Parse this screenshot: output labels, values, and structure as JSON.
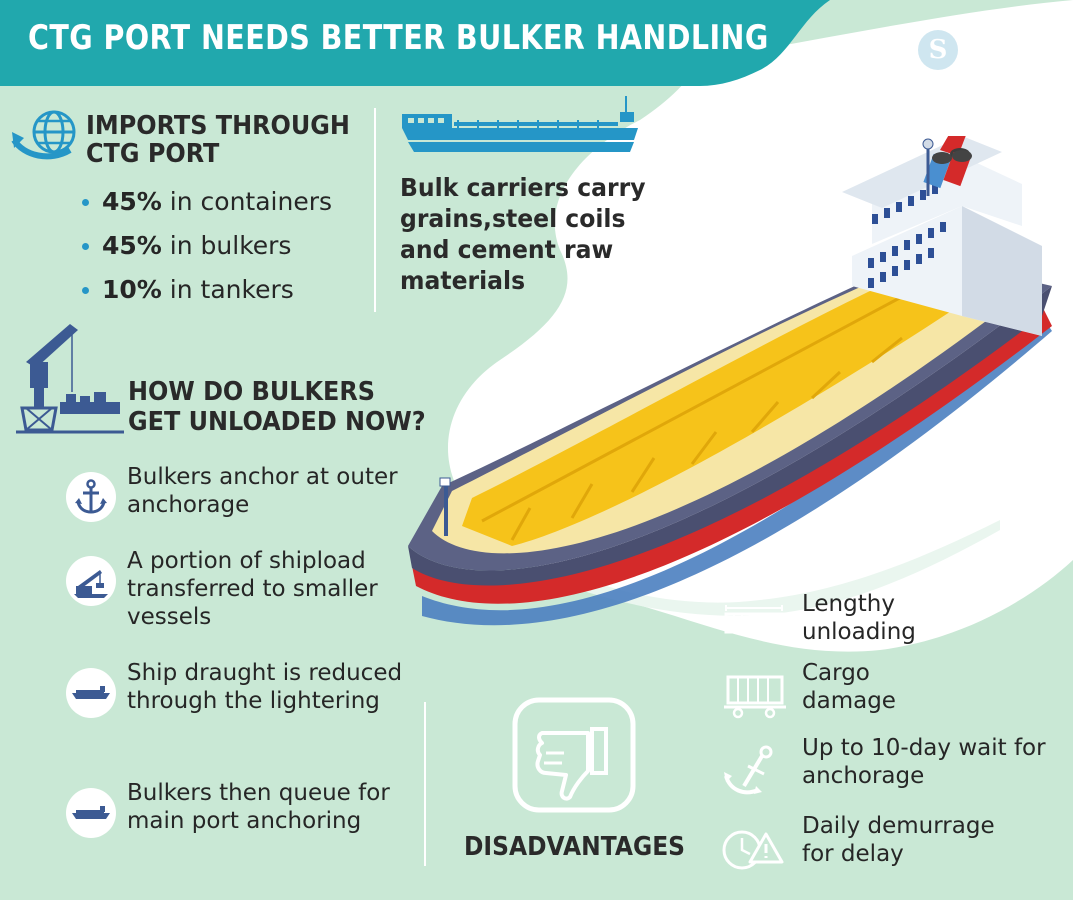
{
  "title": "CTG PORT NEEDS BETTER BULKER HANDLING",
  "logo_letter": "S",
  "colors": {
    "banner": "#21a8ad",
    "background": "#c9e8d5",
    "accent_blue": "#2596c7",
    "hold_yellow": "#f6c31a",
    "hull_navy": "#4a4f70",
    "hull_red": "#d42a2a"
  },
  "imports": {
    "heading_line1": "IMPORTS THROUGH",
    "heading_line2": "CTG PORT",
    "items": [
      {
        "pct": "45%",
        "text": " in containers"
      },
      {
        "pct": "45%",
        "text": " in bulkers"
      },
      {
        "pct": "10%",
        "text": " in tankers"
      }
    ]
  },
  "bulk_carriers_text": "Bulk carriers carry grains,steel coils and cement raw materials",
  "how": {
    "heading_line1": "HOW DO BULKERS",
    "heading_line2": "GET UNLOADED NOW?",
    "steps": [
      {
        "icon": "anchor-icon",
        "text": "Bulkers anchor at outer anchorage"
      },
      {
        "icon": "crane-icon",
        "text": "A portion of shipload transferred to smaller vessels"
      },
      {
        "icon": "ship-icon",
        "text": "Ship draught is reduced through the lightering"
      },
      {
        "icon": "ship-icon",
        "text": "Bulkers then queue for main port anchoring"
      }
    ]
  },
  "disadvantages": {
    "title": "DISADVANTAGES",
    "icon": "thumbs-down-icon",
    "items": [
      {
        "icon": "ruler-icon",
        "text_line1": "Lengthy",
        "text_line2": "unloading"
      },
      {
        "icon": "cargo-wagon-icon",
        "text_line1": "Cargo",
        "text_line2": "damage"
      },
      {
        "icon": "anchor-icon",
        "text_line1": "Up to 10-day wait for",
        "text_line2": "anchorage"
      },
      {
        "icon": "clock-warning-icon",
        "text_line1": "Daily demurrage",
        "text_line2": "for delay"
      }
    ]
  }
}
